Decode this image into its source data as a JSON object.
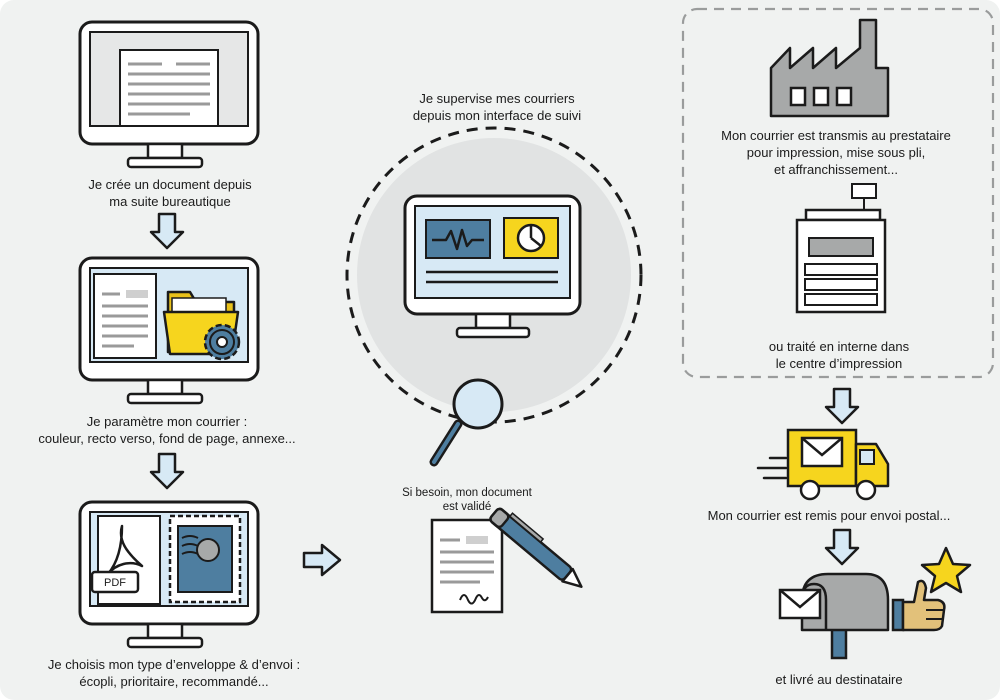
{
  "steps": {
    "create": {
      "lines": [
        "Je crée un document depuis",
        "ma suite bureautique"
      ]
    },
    "configure": {
      "lines": [
        "Je paramètre mon courrier :",
        "couleur, recto verso, fond de page, annexe..."
      ]
    },
    "envelope": {
      "lines": [
        "Je choisis mon type d’enveloppe & d’envoi :",
        "écopli, prioritaire, recommandé..."
      ]
    },
    "supervise": {
      "lines": [
        "Je supervise mes courriers",
        "depuis mon interface de suivi"
      ]
    },
    "validate": {
      "lines": [
        "Si besoin, mon document",
        "est validé"
      ]
    },
    "provider": {
      "lines": [
        "Mon courrier est transmis au prestataire",
        "pour impression, mise sous pli,",
        "et affranchissement..."
      ]
    },
    "internal": {
      "lines": [
        "ou traité en interne dans",
        "le centre d’impression"
      ]
    },
    "postal": {
      "lines": [
        "Mon courrier est remis pour envoi postal..."
      ]
    },
    "delivered": {
      "lines": [
        "et livré au destinataire"
      ]
    }
  },
  "labels": {
    "pdf": "PDF"
  },
  "colors": {
    "background": "#f0f2f1",
    "outline": "#1b1b1b",
    "screen_blue": "#d7e9f5",
    "steel_blue": "#4e7ea0",
    "yellow": "#f6d51e",
    "gray": "#a7a9a9",
    "white": "#ffffff"
  },
  "icons": [
    "computer-document-icon",
    "down-arrow-icon",
    "computer-folder-gear-icon",
    "computer-pdf-stamp-icon",
    "right-arrow-icon",
    "dashboard-monitor-icon",
    "magnifier-icon",
    "signed-document-icon",
    "pen-icon",
    "factory-icon",
    "printer-icon",
    "delivery-truck-icon",
    "mailbox-icon",
    "thumbs-up-icon",
    "star-icon"
  ]
}
